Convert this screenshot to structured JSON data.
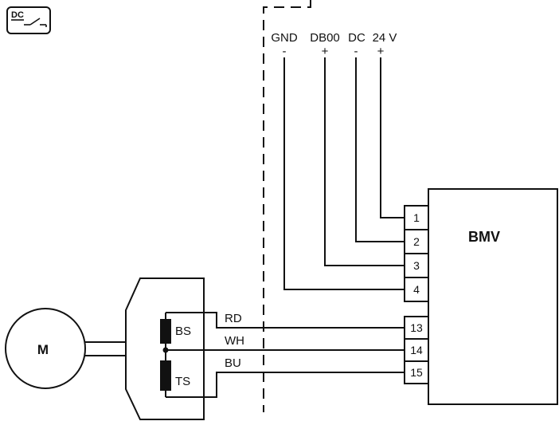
{
  "colors": {
    "line": "#111111",
    "background": "#ffffff"
  },
  "dc_switch": {
    "label": "DC"
  },
  "supply": {
    "terminals": [
      {
        "label": "GND",
        "polarity": "-"
      },
      {
        "label": "DB00",
        "polarity": "+"
      },
      {
        "label": "DC",
        "polarity": "-"
      },
      {
        "label": "24 V",
        "polarity": "+"
      }
    ]
  },
  "device": {
    "label": "BMV",
    "upper_terminals": [
      "1",
      "2",
      "3",
      "4"
    ],
    "lower_terminals": [
      "13",
      "14",
      "15"
    ]
  },
  "motor": {
    "label": "M"
  },
  "sensor_unit": {
    "blocks": [
      {
        "label": "BS"
      },
      {
        "label": "TS"
      }
    ]
  },
  "wires": [
    {
      "label": "RD"
    },
    {
      "label": "WH"
    },
    {
      "label": "BU"
    }
  ]
}
